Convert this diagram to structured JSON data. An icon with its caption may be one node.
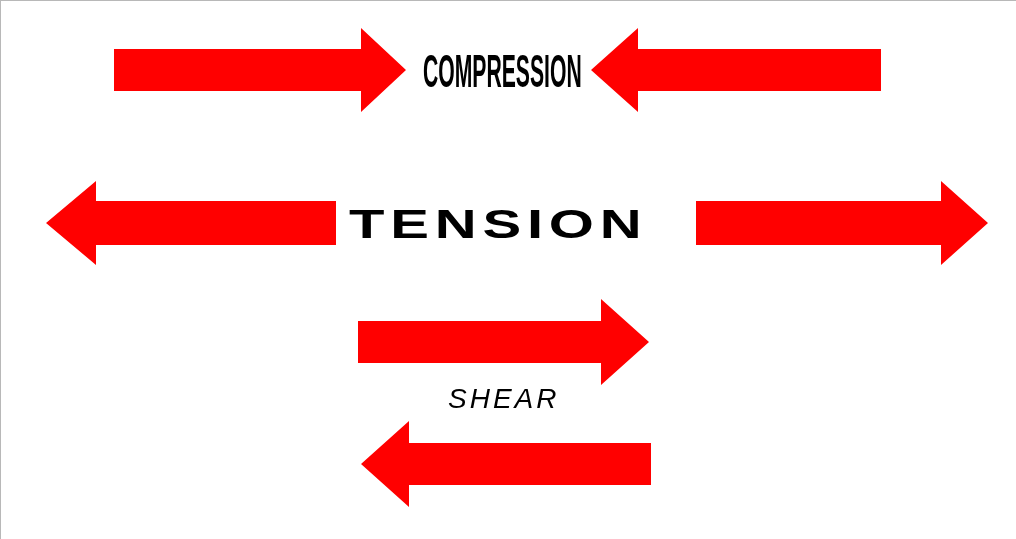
{
  "diagram": {
    "labels": [
      "COMPRESSION",
      "TENSION",
      "SHEAR"
    ]
  }
}
